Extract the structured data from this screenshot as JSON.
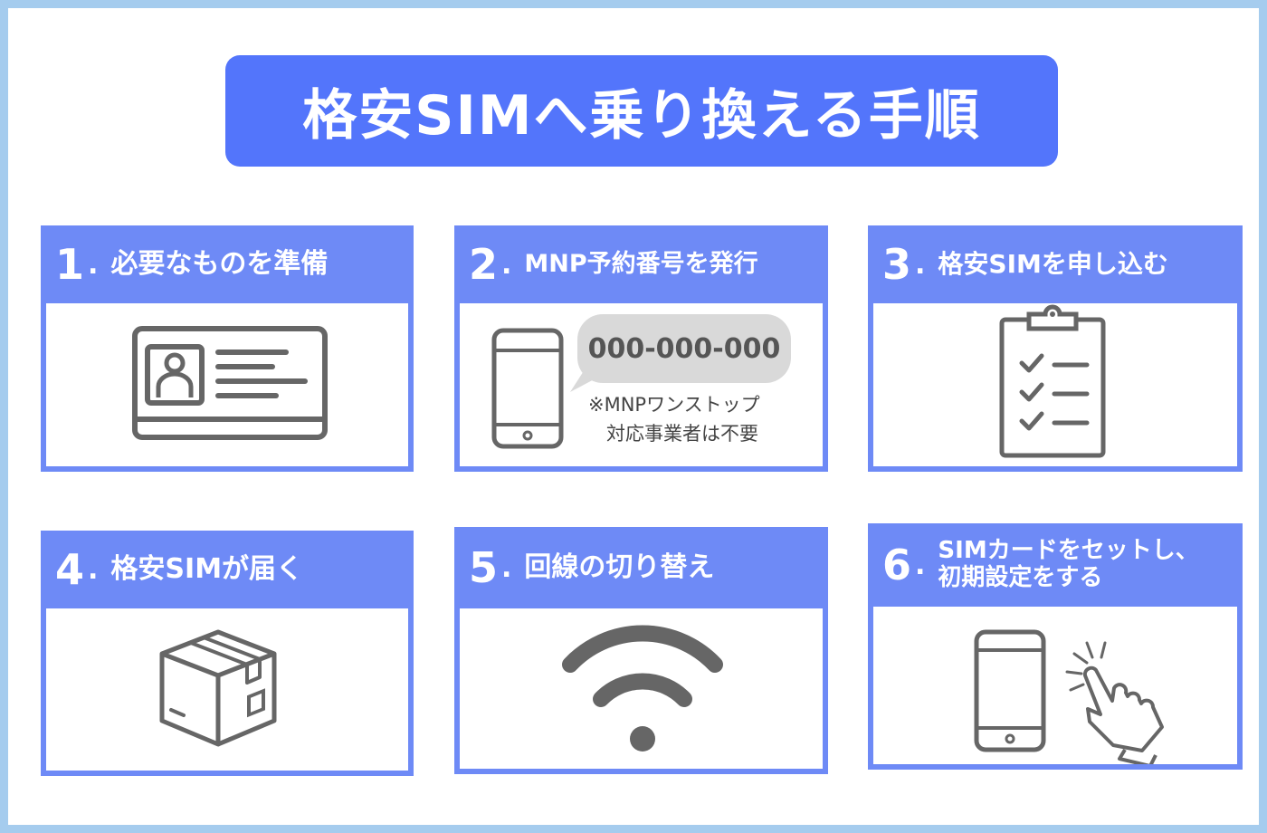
{
  "title": "格安SIMへ乗り換える手順",
  "colors": {
    "frame": "#a5ccee",
    "title_bg": "#5375fb",
    "card": "#6e8af6",
    "icon": "#666666"
  },
  "steps": [
    {
      "num": "1",
      "dot": ".",
      "label": "必要なものを準備",
      "icon": "id-card-icon"
    },
    {
      "num": "2",
      "dot": ".",
      "label": "MNP予約番号を発行",
      "icon": "smartphone-icon",
      "bubble": "000-000-000",
      "note_line1": "※MNPワンストップ",
      "note_line2": "対応事業者は不要"
    },
    {
      "num": "3",
      "dot": ".",
      "label": "格安SIMを申し込む",
      "icon": "clipboard-checklist-icon"
    },
    {
      "num": "4",
      "dot": ".",
      "label": "格安SIMが届く",
      "icon": "cardboard-box-icon"
    },
    {
      "num": "5",
      "dot": ".",
      "label": "回線の切り替え",
      "icon": "wifi-icon"
    },
    {
      "num": "6",
      "dot": ".",
      "label_line1": "SIMカードをセットし、",
      "label_line2": "初期設定をする",
      "icon": "smartphone-tap-icon"
    }
  ]
}
